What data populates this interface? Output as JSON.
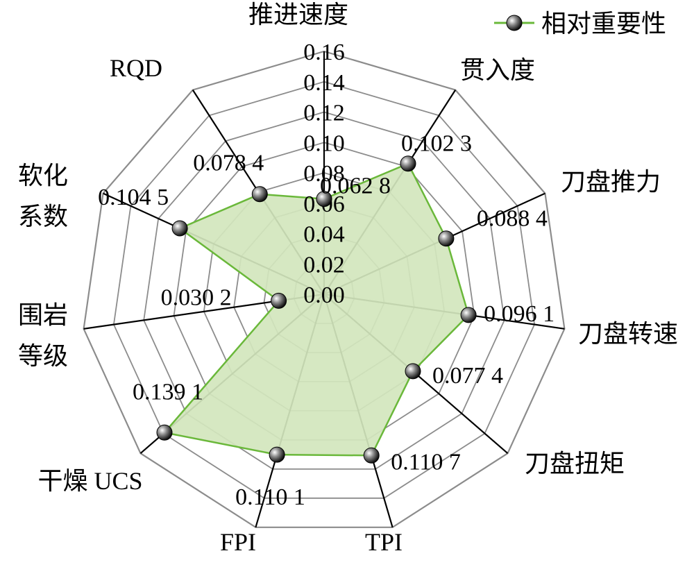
{
  "chart_data": {
    "type": "radar",
    "categories": [
      "推进速度",
      "贯入度",
      "刀盘推力",
      "刀盘转速",
      "刀盘扭矩",
      "TPI",
      "FPI",
      "干燥 UCS",
      "围岩等级",
      "软化系数",
      "RQD"
    ],
    "category_display": {
      "推进速度": [
        "推进速度"
      ],
      "贯入度": [
        "贯入度"
      ],
      "刀盘推力": [
        "刀盘推力"
      ],
      "刀盘转速": [
        "刀盘转速"
      ],
      "刀盘扭矩": [
        "刀盘扭矩"
      ],
      "TPI": [
        "TPI"
      ],
      "FPI": [
        "FPI"
      ],
      "干燥 UCS": [
        "干燥 UCS"
      ],
      "围岩等级": [
        "围岩",
        "等级"
      ],
      "软化系数": [
        "软化",
        "系数"
      ],
      "RQD": [
        "RQD"
      ]
    },
    "series": [
      {
        "name": "相对重要性",
        "values": [
          0.0628,
          0.1023,
          0.0884,
          0.0961,
          0.0774,
          0.1107,
          0.1101,
          0.1391,
          0.0302,
          0.1045,
          0.0784
        ],
        "value_labels": [
          "0.062 8",
          "0.102 3",
          "0.088 4",
          "0.096 1",
          "0.077 4",
          "0.110 7",
          "0.110 1",
          "0.139 1",
          "0.030 2",
          "0.104 5",
          "0.078 4"
        ]
      }
    ],
    "radial_ticks": [
      "0.00",
      "0.02",
      "0.04",
      "0.06",
      "0.08",
      "0.10",
      "0.12",
      "0.14",
      "0.16"
    ],
    "radial_range": [
      0,
      0.16
    ],
    "grid": true,
    "legend_position": "top-right",
    "colors": {
      "fill": "#d2e6bd",
      "line": "#6ab83a",
      "grid": "#8c8c8c",
      "spoke": "#000000",
      "marker": "#1a1a1a"
    }
  }
}
